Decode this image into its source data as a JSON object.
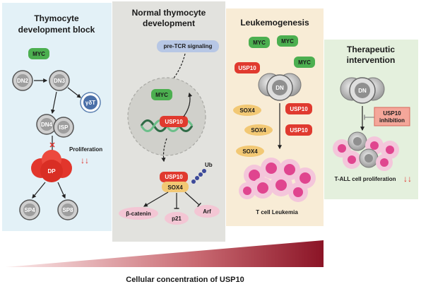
{
  "panels": {
    "block": {
      "title_line1": "Thymocyte",
      "title_line2": "development block",
      "myc": "MYC",
      "dn2": "DN2",
      "dn3": "DN3",
      "gdt": "γδT",
      "dn4": "DN4",
      "isp": "ISP",
      "dp": "DP",
      "sp4": "SP4",
      "sp8": "SP8",
      "proliferation": "Proliferation",
      "arrows": "↓↓",
      "block_mark": "✕"
    },
    "normal": {
      "title_line1": "Normal thymocyte",
      "title_line2": "development",
      "pretcr": "pre-TCR signaling",
      "myc": "MYC",
      "usp10": "USP10",
      "usp10_b": "USP10",
      "sox4": "SOX4",
      "ub": "Ub",
      "bcatenin": "β-catenin",
      "p21": "p21",
      "arf": "Arf"
    },
    "leuk": {
      "title": "Leukemogenesis",
      "myc1": "MYC",
      "myc2": "MYC",
      "myc3": "MYC",
      "usp10": "USP10",
      "dn": "DN",
      "sox4_1": "SOX4",
      "sox4_2": "SOX4",
      "sox4_3": "SOX4",
      "usp10_2": "USP10",
      "usp10_3": "USP10",
      "caption": "T cell Leukemia"
    },
    "therapy": {
      "title_line1": "Therapeutic",
      "title_line2": "intervention",
      "dn": "DN",
      "inhib_line1": "USP10",
      "inhib_line2": "inhibition",
      "caption": "T-ALL cell proliferation",
      "arrows": "↓↓"
    }
  },
  "bottom_label": "Cellular concentration of USP10",
  "colors": {
    "myc_green": "#4caf50",
    "usp10_red": "#e03a2f",
    "sox4_tan": "#f2c874",
    "pink": "#f3c6d4",
    "dp_red": "#e2362c",
    "leukemia_magenta": "#e0458f",
    "gradient_dark": "#8b1426"
  }
}
